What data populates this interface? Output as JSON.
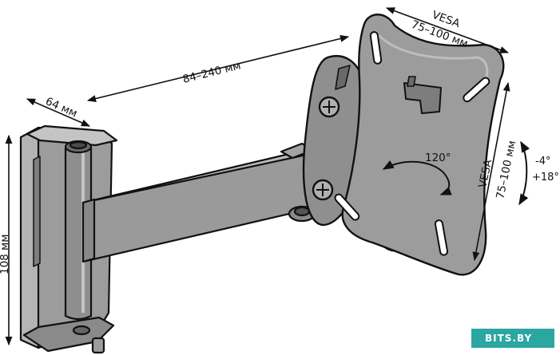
{
  "dimensions": {
    "mount_width": "64 мм",
    "arm_extension": "84–240 мм",
    "mount_height": "108 мм",
    "vesa_top_title": "VESA",
    "vesa_top_value": "75–100 мм",
    "vesa_side_title": "VESA",
    "vesa_side_value": "75–100 мм",
    "swivel_angle": "120°",
    "tilt_up": "-4°",
    "tilt_down": "+18°"
  },
  "watermark": {
    "text": "BITS.BY"
  },
  "colors": {
    "metal": "#9c9c9c",
    "metal_dark": "#7d7d7d",
    "metal_light": "#bdbdbd",
    "outline": "#111111",
    "watermark_bg": "#2aa7a1"
  }
}
